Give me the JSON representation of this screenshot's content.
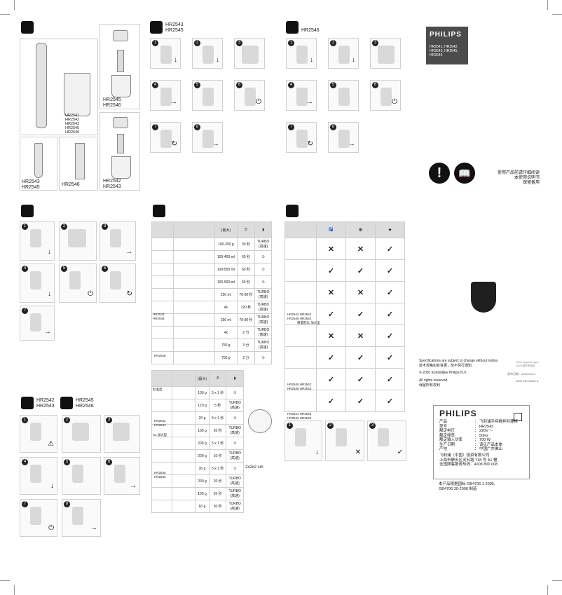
{
  "general": {
    "models_top_left": "HR2541\nHR2542\nHR2543\nHR2545\nHR2546",
    "models_beaker_right": "HR2545\nHR2546",
    "models_chopper_right": "HR2542\nHR2543",
    "models_whisk": "HR2543\nHR2545",
    "model_beaters": "HR2546"
  },
  "sec_whisk": {
    "models": "HR2543\nHR2545"
  },
  "sec_beater": {
    "model": "HR2546"
  },
  "chopper_a": {
    "models": "HR2542\nHR2543"
  },
  "chopper_b": {
    "models": "HR2545\nHR2546"
  },
  "brand_box": {
    "brand": "PHILIPS",
    "models": "HR2541, HR2542,\nHR2543, HR2545,\nHR2546"
  },
  "warning": {
    "line1": "使用产品前请仔细阅读",
    "line2": "本使用说明书",
    "line3": "保留备用"
  },
  "amounts_table": {
    "header_max": "(最大)",
    "header_turbo": "",
    "rows": [
      [
        "100-200 g",
        "30 秒",
        "TURBO\n(高速)"
      ],
      [
        "100-400 ml",
        "60 秒",
        "①"
      ],
      [
        "100-500 ml",
        "60 秒",
        "①"
      ],
      [
        "100-500 ml",
        "60 秒",
        "①"
      ],
      [
        "250 ml",
        "70-90 秒",
        "TURBO\n(高速)"
      ],
      [
        "4x",
        "120 秒",
        "TURBO\n(高速)"
      ],
      [
        "250 ml",
        "70-90 秒",
        "TURBO\n(高速)"
      ],
      [
        "4x",
        "2 分",
        "TURBO\n(高速)"
      ],
      [
        "750 g",
        "3 分",
        "TURBO\n(高速)"
      ],
      [
        "750 g",
        "2 分",
        "①"
      ]
    ],
    "model_labels": [
      "HR2543\nHR2545",
      "HR2546"
    ]
  },
  "chopper_table": {
    "header_max": "(最大)",
    "side_label": "标准型",
    "xl_label": "XL 加大型",
    "rows": [
      [
        "100 g",
        "5 x 1 秒",
        "①"
      ],
      [
        "120 g",
        "5 秒",
        "TURBO\n(高速)"
      ],
      [
        "20 g",
        "5 x 1 秒",
        "①"
      ],
      [
        "100 g",
        "20 秒",
        "TURBO\n(高速)"
      ],
      [
        "200 g",
        "5 x 1 秒",
        "①"
      ],
      [
        "200 g",
        "10 秒",
        "TURBO\n(高速)"
      ],
      [
        "30 g",
        "5 x 1 秒",
        "①"
      ],
      [
        "200 g",
        "20 秒",
        "TURBO\n(高速)"
      ],
      [
        "100 g",
        "20 秒",
        "TURBO\n(高速)"
      ],
      [
        "60 g",
        "30 秒",
        "TURBO\n(高速)"
      ]
    ],
    "model_labels": [
      "HR2542\nHR2543",
      "HR2545\nHR2546"
    ],
    "dice": "2x2x2 cm"
  },
  "cleaning_table": {
    "rows": [
      [
        "✕",
        "✕",
        "✓"
      ],
      [
        "✓",
        "✓",
        "✓"
      ],
      [
        "✕",
        "✕",
        "✓"
      ],
      [
        "✓",
        "✓",
        "✓"
      ],
      [
        "✕",
        "✕",
        "✓"
      ],
      [
        "✓",
        "✓",
        "✓"
      ],
      [
        "✓",
        "✓",
        "✓"
      ],
      [
        "✓",
        "✓",
        "✓"
      ]
    ],
    "mid_label": "重量配比 加大型",
    "model_labels": [
      "HR2543 HR2542\nHR2545 HR2543",
      "HR2545 HR2542\nHR2546 HR2543",
      "HR2541 HR2543\nHR2542 HR2545"
    ]
  },
  "notice": {
    "line1": "Specifications are subject to change without notice.",
    "line2": "技术规格如有变更，恕不另行通知",
    "line3": "© 2020 Koninklijke Philips N.V.",
    "line4": "All rights reserved.",
    "line5": "保留所有权利",
    "date": "发布日期：2020-03-21",
    "code": "3000 035 32861 A",
    "recycle": "100% recycled paper\n100% 循环再用纸"
  },
  "label": {
    "brand": "PHILIPS",
    "rows": [
      [
        "产品",
        "飞利浦手持搅拌料理棒"
      ],
      [
        "型号",
        "HR2543"
      ],
      [
        "额定电压",
        "220V ～"
      ],
      [
        "额定频率",
        "50Hz"
      ],
      [
        "额定输入功率",
        "700 W"
      ],
      [
        "生产日期",
        "请见产品本体"
      ],
      [
        "产地",
        "中国广东佛山"
      ]
    ],
    "company1": "飞利浦（中国）投资有限公司",
    "company2": "上海市静安区灵石路 718 号 A1 幢",
    "company3": "全国顾客服务热线：4008 800 008",
    "std1": "本产品根据国标 GB4706.1-2005,",
    "std2": "GB4706.30-2008 制造"
  }
}
